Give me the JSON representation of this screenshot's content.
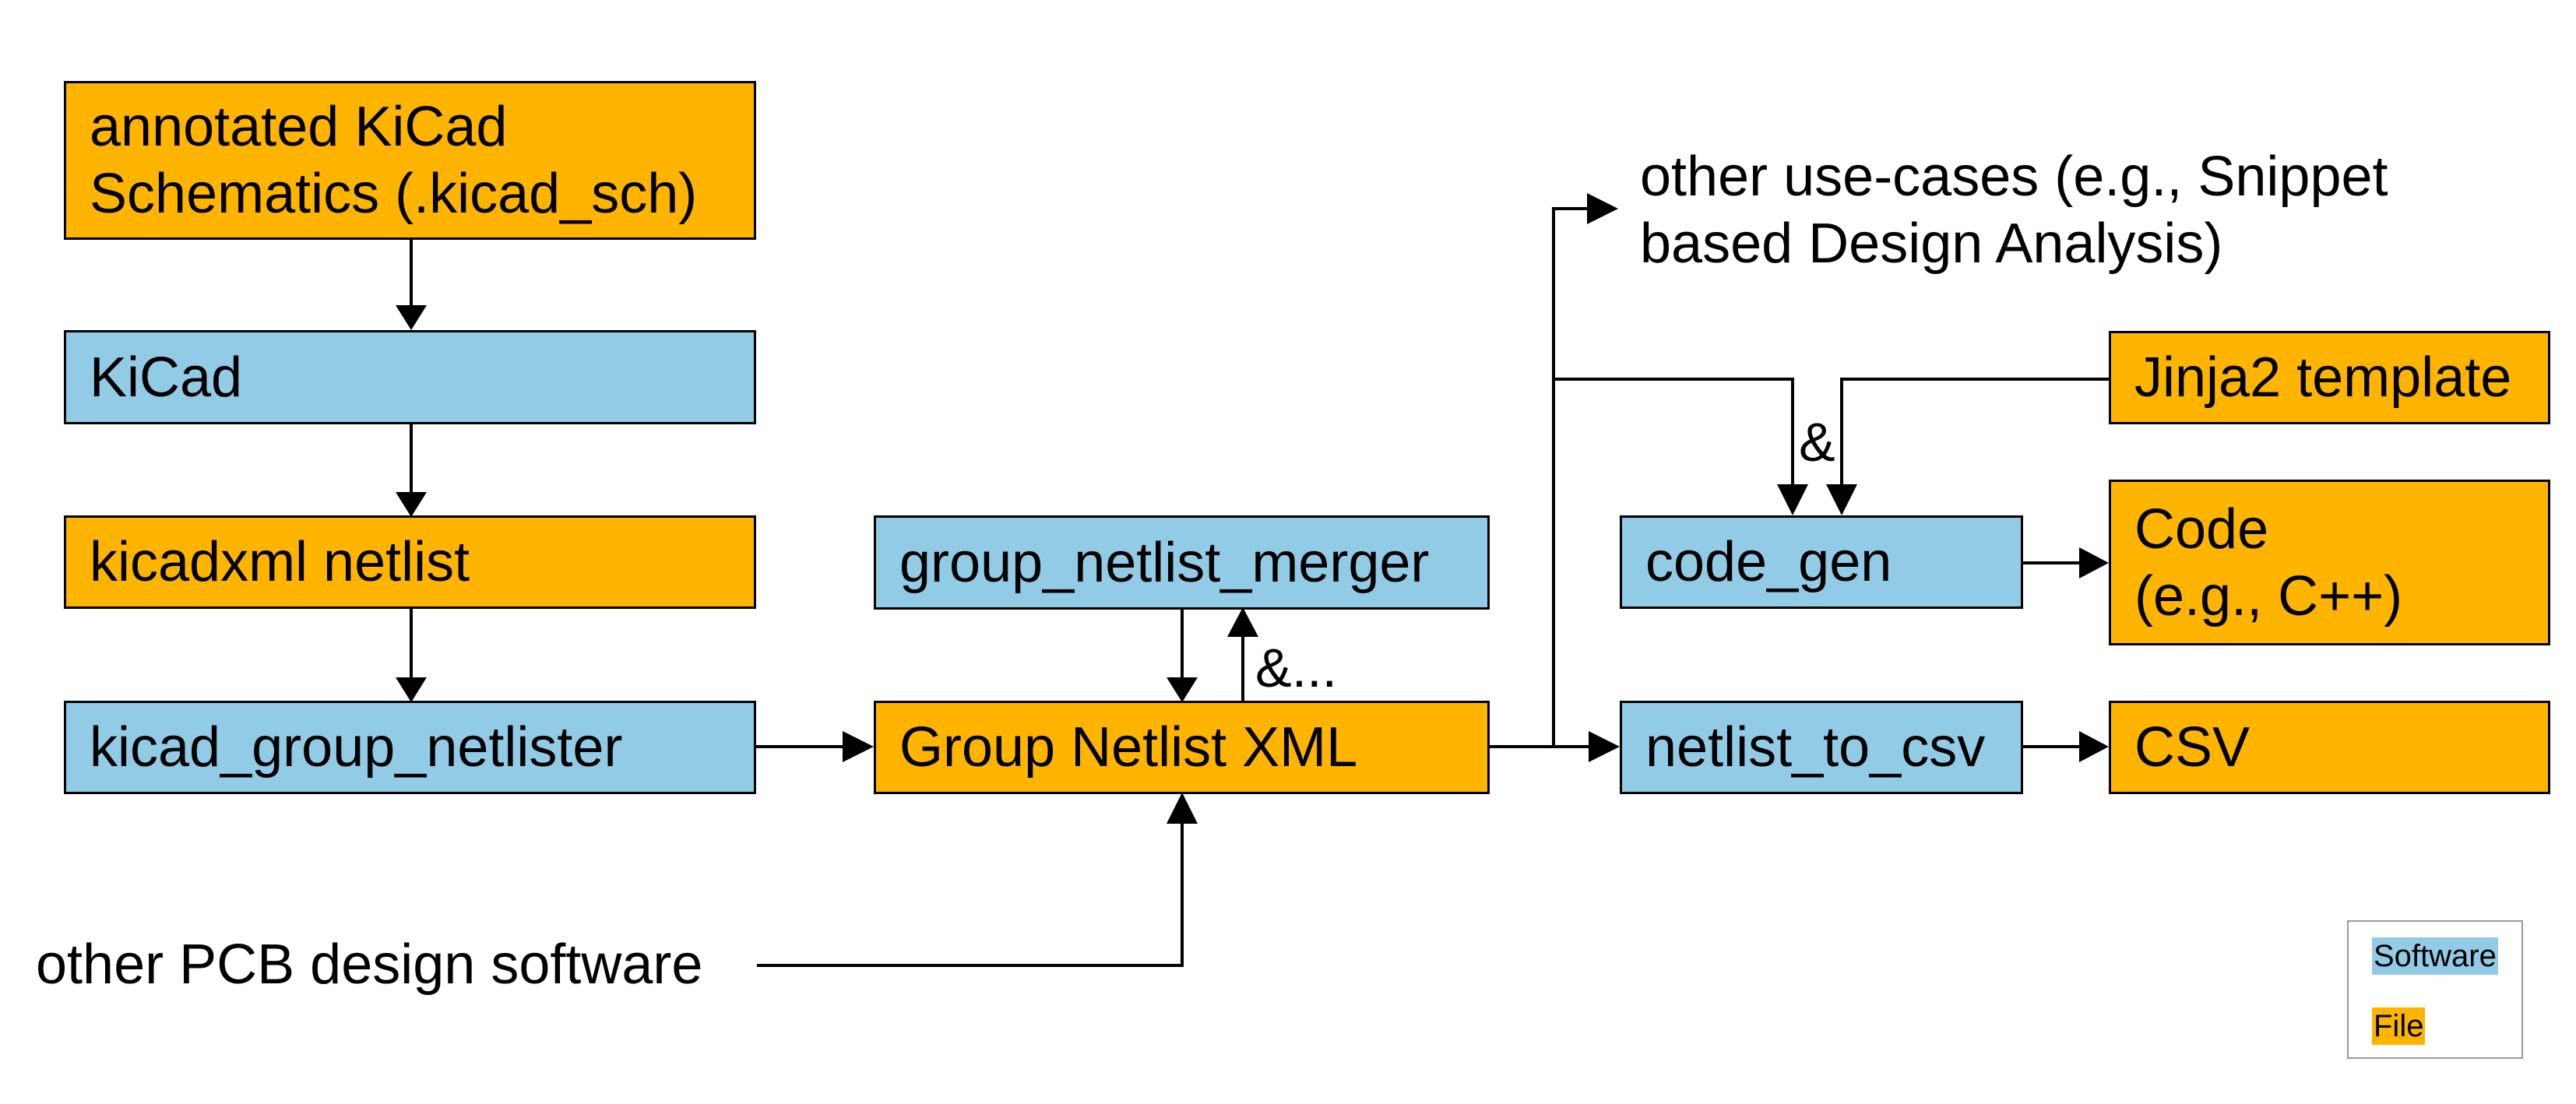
{
  "nodes": {
    "schematics": {
      "line1": "annotated KiCad",
      "line2": "Schematics (.kicad_sch)",
      "kind": "file"
    },
    "kicad": {
      "label": "KiCad",
      "kind": "software"
    },
    "kicadxml": {
      "label": "kicadxml netlist",
      "kind": "file"
    },
    "group_netlister": {
      "label": "kicad_group_netlister",
      "kind": "software"
    },
    "group_netlist_merger": {
      "label": "group_netlist_merger",
      "kind": "software"
    },
    "group_netlist_xml": {
      "label": "Group Netlist XML",
      "kind": "file"
    },
    "code_gen": {
      "label": "code_gen",
      "kind": "software"
    },
    "netlist_to_csv": {
      "label": "netlist_to_csv",
      "kind": "software"
    },
    "jinja2": {
      "label": "Jinja2 template",
      "kind": "file"
    },
    "code": {
      "line1": "Code",
      "line2": "(e.g., C++)",
      "kind": "file"
    },
    "csv": {
      "label": "CSV",
      "kind": "file"
    }
  },
  "texts": {
    "other_pcb": "other PCB design software",
    "other_uses_line1": "other use-cases (e.g., Snippet",
    "other_uses_line2": "based Design Analysis)",
    "amp_merger": "&...",
    "amp_codegen": "&"
  },
  "legend": {
    "software": {
      "label": "Software",
      "color": "#92cbe6"
    },
    "file": {
      "label": "File",
      "color": "#ffb400"
    }
  },
  "colors": {
    "software": "#92cbe6",
    "file": "#ffb400",
    "line": "#000000"
  },
  "edges": [
    {
      "from": "schematics",
      "to": "kicad"
    },
    {
      "from": "kicad",
      "to": "kicadxml"
    },
    {
      "from": "kicadxml",
      "to": "group_netlister"
    },
    {
      "from": "group_netlister",
      "to": "group_netlist_xml"
    },
    {
      "from": "other_pcb",
      "to": "group_netlist_xml"
    },
    {
      "from": "group_netlist_merger",
      "to": "group_netlist_xml"
    },
    {
      "from": "group_netlist_xml",
      "to": "group_netlist_merger"
    },
    {
      "from": "group_netlist_xml",
      "to": "netlist_to_csv"
    },
    {
      "from": "group_netlist_xml",
      "to": "code_gen"
    },
    {
      "from": "group_netlist_xml",
      "to": "other_uses"
    },
    {
      "from": "jinja2",
      "to": "code_gen"
    },
    {
      "from": "code_gen",
      "to": "code"
    },
    {
      "from": "netlist_to_csv",
      "to": "csv"
    }
  ]
}
